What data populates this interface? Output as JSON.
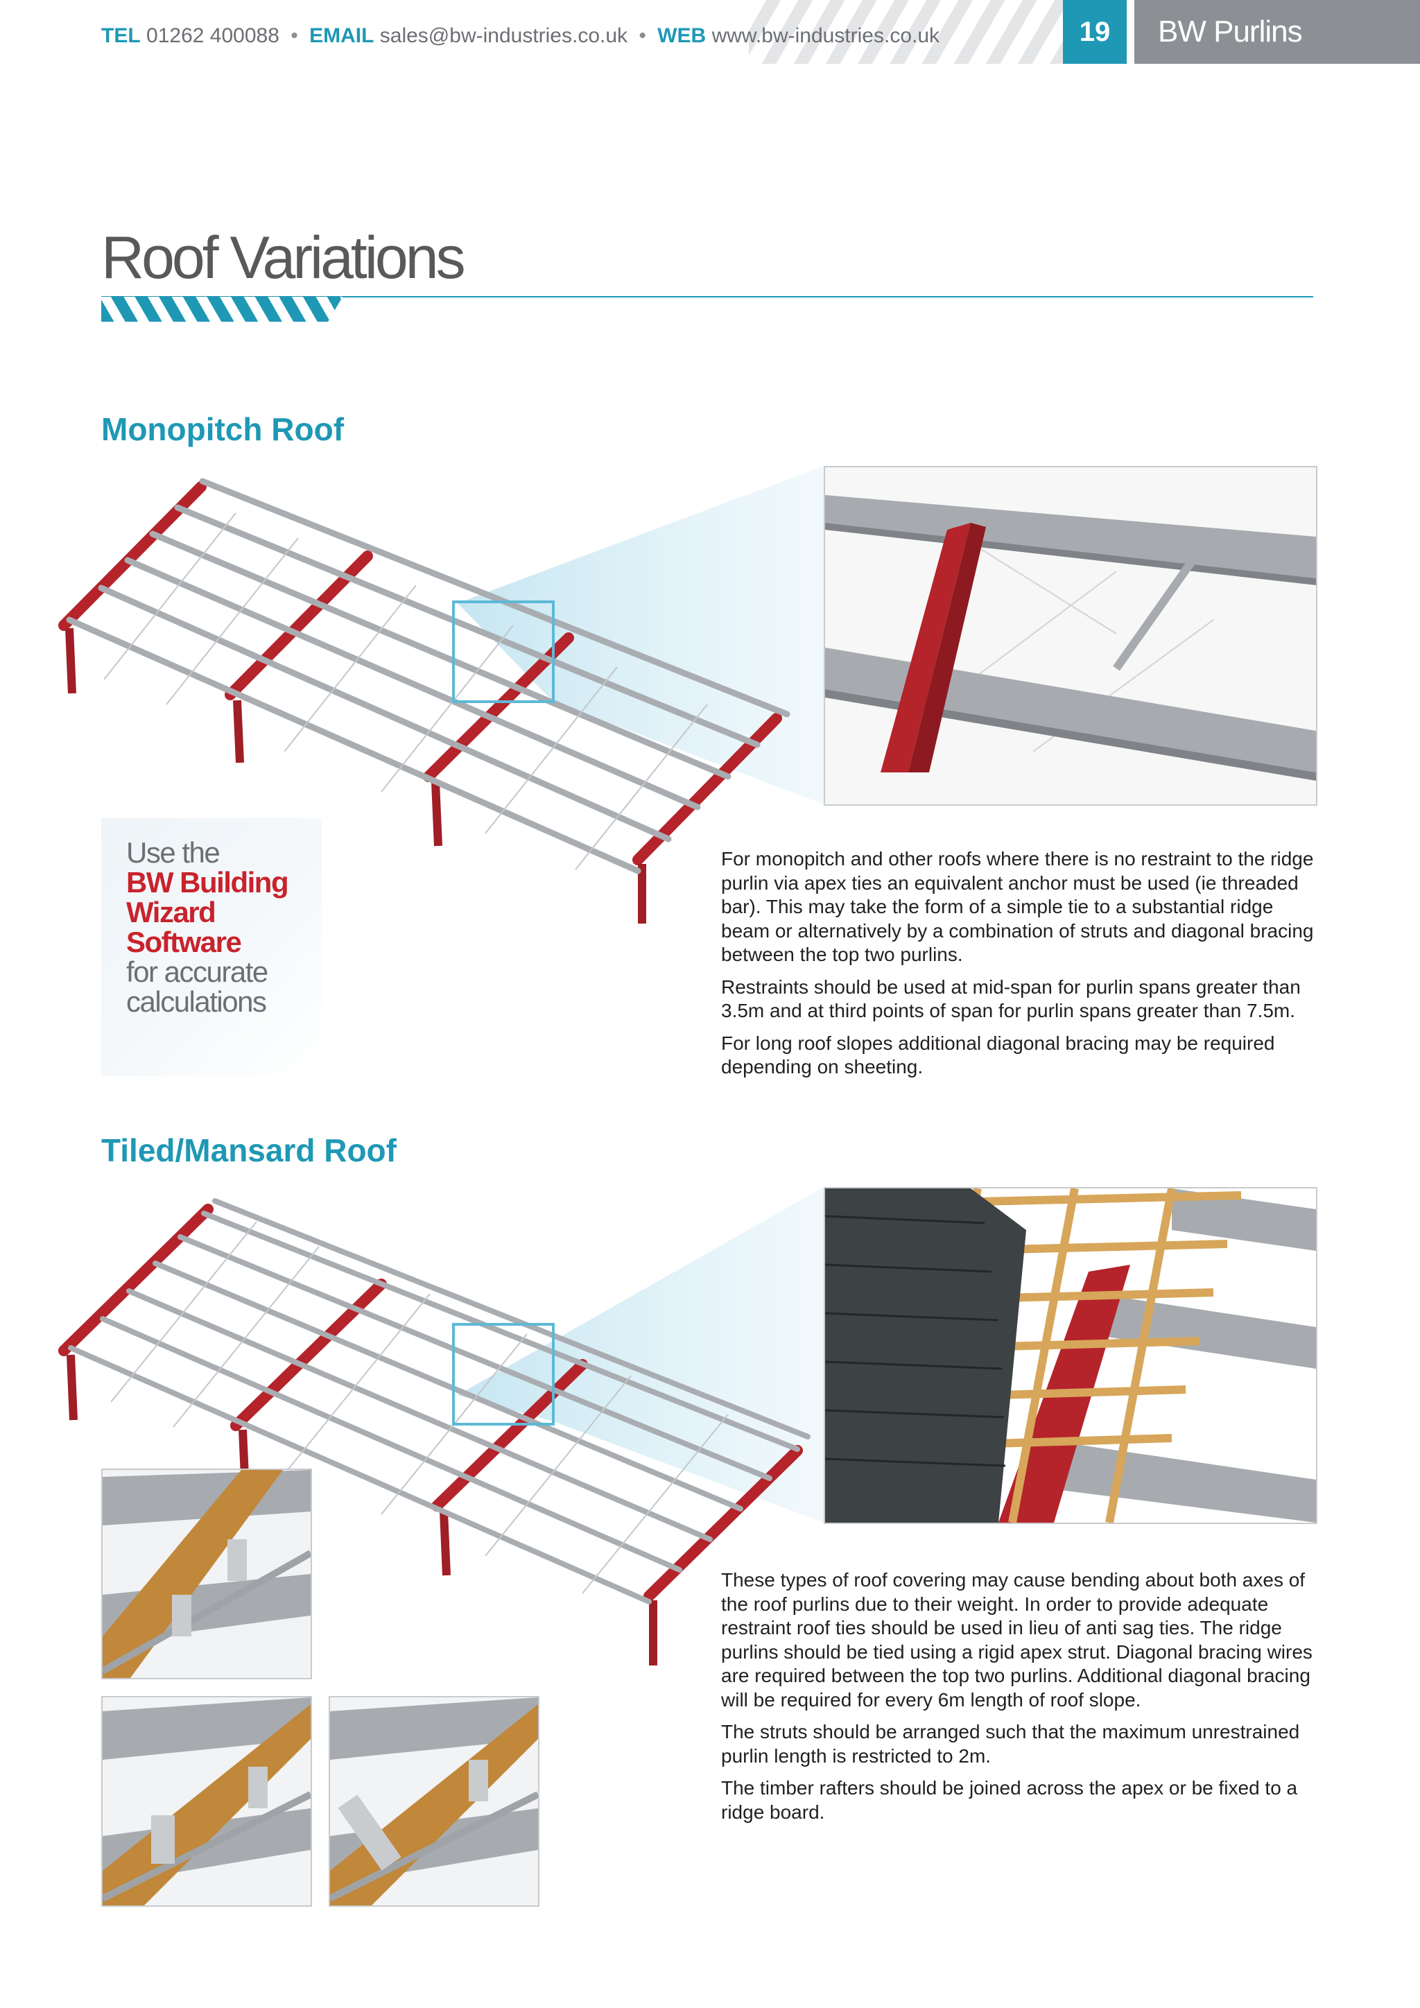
{
  "header": {
    "tel_label": "TEL",
    "tel": "01262 400088",
    "email_label": "EMAIL",
    "email": "sales@bw-industries.co.uk",
    "web_label": "WEB",
    "web": "www.bw-industries.co.uk",
    "separator": "•",
    "page_number": "19",
    "brand": "BW Purlins"
  },
  "page_title": "Roof Variations",
  "sections": {
    "monopitch": {
      "heading": "Monopitch Roof",
      "paragraphs": [
        "For monopitch and other roofs where there is no restraint to the ridge purlin via apex ties an equivalent anchor must be used (ie threaded bar). This may take the form of a simple tie to a substantial ridge beam or alternatively by a combination of struts and diagonal bracing between the top two purlins.",
        "Restraints should be used at mid-span for purlin spans greater than 3.5m and at third points of span for purlin spans greater than 7.5m.",
        "For long roof slopes additional diagonal bracing may be required depending on sheeting."
      ]
    },
    "tiled": {
      "heading": "Tiled/Mansard Roof",
      "paragraphs": [
        "These types of roof covering may cause bending about both axes of the roof purlins due to their weight. In order to provide adequate restraint roof ties should be used in lieu of anti sag ties. The ridge purlins should be tied using a rigid apex strut. Diagonal bracing wires are required between the top two purlins. Additional diagonal bracing will be required for every 6m length of roof slope.",
        "The struts should be arranged such that the maximum unrestrained purlin length is restricted to 2m.",
        "The timber rafters should be joined across the apex or be fixed to a ridge board."
      ]
    }
  },
  "promo": {
    "line1": "Use the",
    "line2": "BW Building",
    "line3": "Wizard",
    "line4": "Software",
    "line5": "for accurate",
    "line6": "calculations"
  },
  "colors": {
    "accent": "#1e98b5",
    "brand_grey": "#8c8f93",
    "steel_red": "#b5232b",
    "promo_red": "#c8232c"
  }
}
